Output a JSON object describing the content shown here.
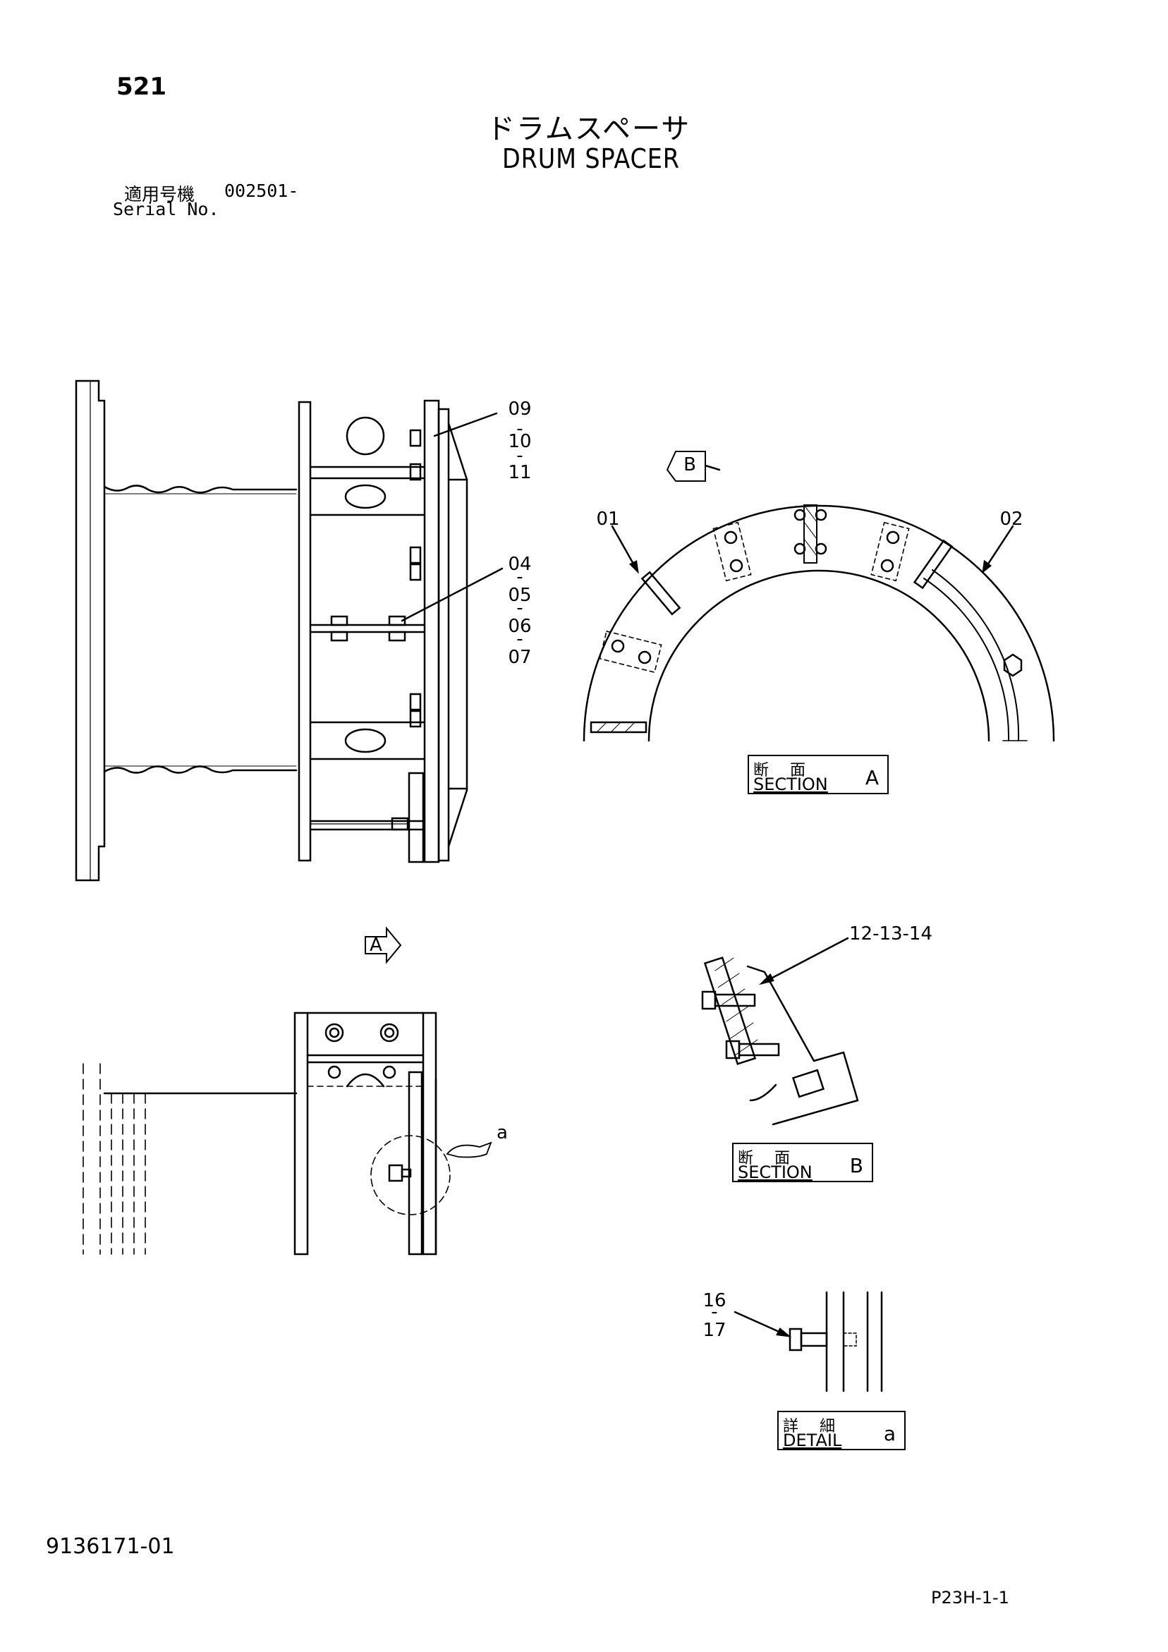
{
  "header": {
    "page_number": "521",
    "title_jp": "ドラムスペーサ",
    "title_en": "DRUM SPACER",
    "serial_label_jp": "適用号機",
    "serial_value": "002501-",
    "serial_label_en": "Serial No."
  },
  "callouts": {
    "c09": [
      "09",
      "10",
      "11"
    ],
    "c04": [
      "04",
      "05",
      "06",
      "07"
    ],
    "c01": "01",
    "c02": "02",
    "c12": "12-13-14",
    "c16": [
      "16",
      "17"
    ],
    "detail_pointer": "a"
  },
  "arrows": {
    "view_b": "B",
    "view_a": "A"
  },
  "section_a": {
    "jp": "断面",
    "en": "SECTION",
    "id": "A"
  },
  "section_b": {
    "jp": "断面",
    "en": "SECTION",
    "id": "B"
  },
  "detail_a": {
    "jp": "詳細",
    "en": "DETAIL",
    "id": "a"
  },
  "footer": {
    "document_number": "9136171-01",
    "page_ref": "P23H-1-1"
  }
}
